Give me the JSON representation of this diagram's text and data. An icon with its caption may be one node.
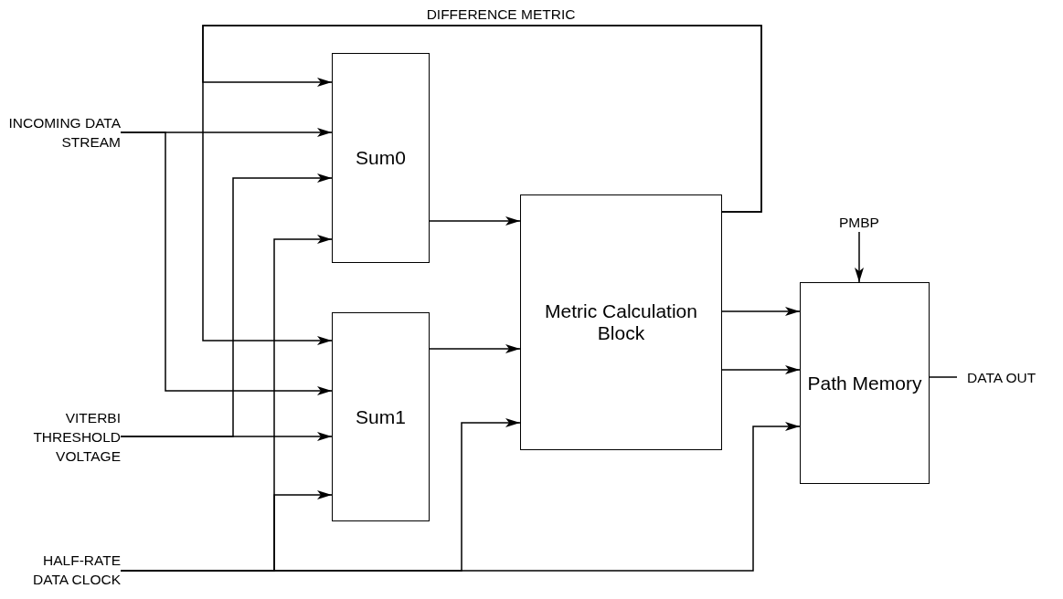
{
  "diagram": {
    "nodes": [
      {
        "text": [
          "Sum0"
        ]
      },
      {
        "text": [
          "Sum1"
        ]
      },
      {
        "text": [
          "Metric Calculation Block"
        ]
      },
      {
        "text": [
          "Path Memory"
        ]
      },
      {
        "text": [
          "INCOMING DATA STREAM"
        ]
      },
      {
        "text": [
          "VITERBI THRESHOLD VOLTAGE"
        ]
      },
      {
        "text": [
          "HALF-RATE DATA CLOCK"
        ]
      },
      {
        "text": [
          "PMBP"
        ]
      },
      {
        "text": [
          "DATA OUT"
        ]
      }
    ],
    "edges": [
      {
        "from": 4,
        "to": 0,
        "arrow": "to"
      },
      {
        "from": 4,
        "to": 1,
        "arrow": "to"
      },
      {
        "from": 5,
        "to": 0,
        "arrow": "to"
      },
      {
        "from": 5,
        "to": 1,
        "arrow": "to"
      },
      {
        "from": 6,
        "to": 0,
        "arrow": "to"
      },
      {
        "from": 6,
        "to": 1,
        "arrow": "to"
      },
      {
        "from": 6,
        "to": 2,
        "arrow": "to"
      },
      {
        "from": 6,
        "to": 3,
        "arrow": "to"
      },
      {
        "from": 0,
        "to": 2,
        "arrow": "to"
      },
      {
        "from": 1,
        "to": 2,
        "arrow": "to"
      },
      {
        "from": 2,
        "to": 3,
        "arrow": "to"
      },
      {
        "from": 2,
        "to": 3,
        "arrow": "to"
      },
      {
        "from": 2,
        "to": 0,
        "arrow": "to",
        "label": "DIFFERENCE METRIC"
      },
      {
        "from": 2,
        "to": 1,
        "arrow": "to"
      },
      {
        "from": 7,
        "to": 3,
        "arrow": "to"
      },
      {
        "from": 3,
        "to": 8,
        "arrow": "none"
      }
    ]
  }
}
